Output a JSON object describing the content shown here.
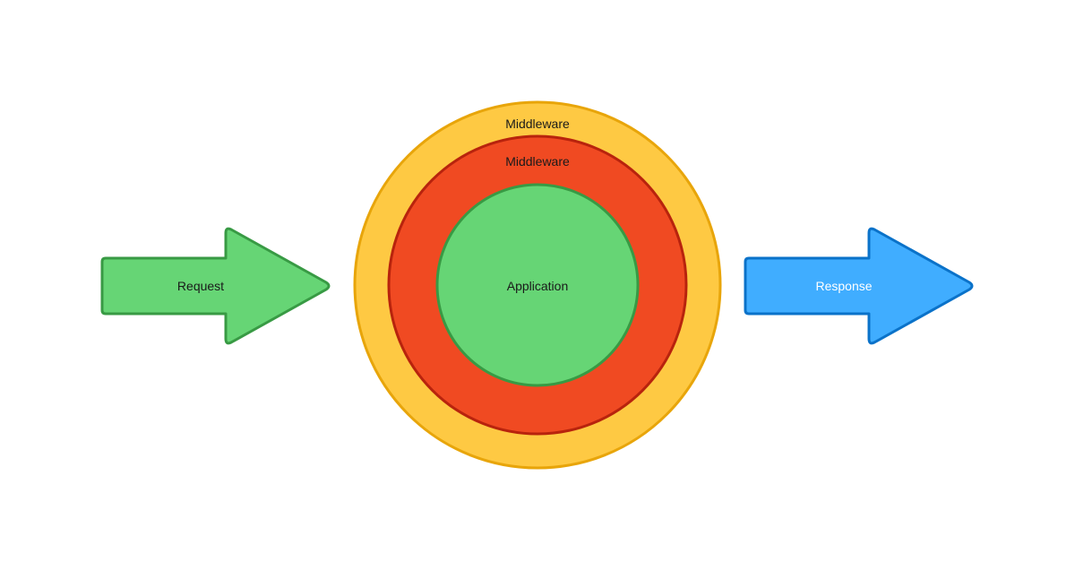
{
  "diagram": {
    "request": {
      "label": "Request",
      "fill": "#66d575",
      "stroke": "#389a44",
      "text_color": "#1a1a1a"
    },
    "response": {
      "label": "Response",
      "fill": "#40adff",
      "stroke": "#0a72c9",
      "text_color": "#ffffff"
    },
    "outer_middleware": {
      "label": "Middleware",
      "fill": "#fec943",
      "stroke": "#e8a50a",
      "text_color": "#1a1a1a"
    },
    "inner_middleware": {
      "label": "Middleware",
      "fill": "#f04a22",
      "stroke": "#b8230d",
      "text_color": "#1a1a1a"
    },
    "application": {
      "label": "Application",
      "fill": "#66d575",
      "stroke": "#389a44",
      "text_color": "#1a1a1a"
    }
  }
}
